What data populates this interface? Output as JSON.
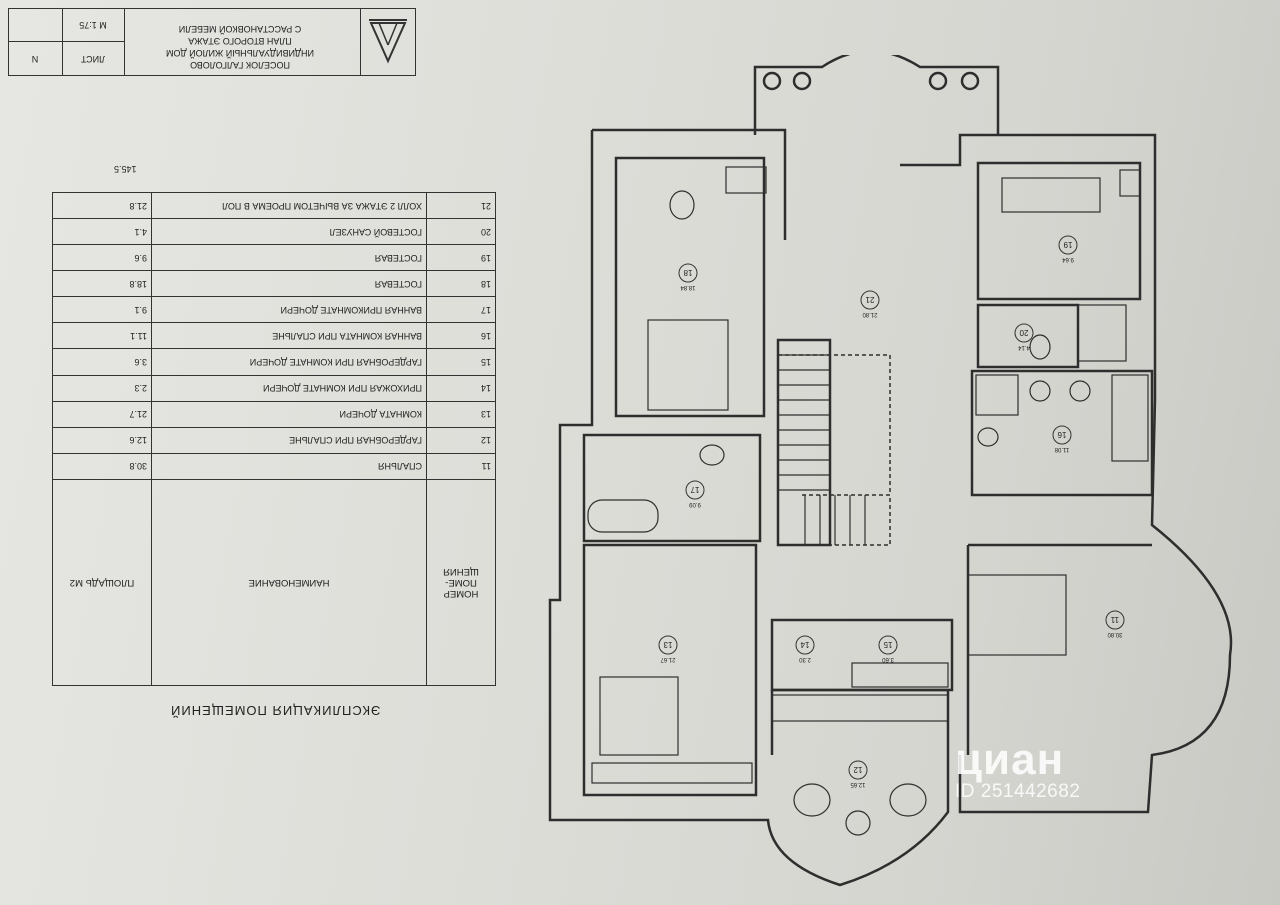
{
  "title_block": {
    "settlement": "ПОСЕЛОК ГАЛГОЛОВО",
    "object": "ИНДИВИДУАЛЬНЫЙ ЖИЛОЙ ДОМ",
    "sheet_title": "ПЛАН ВТОРОГО ЭТАЖА",
    "sheet_subtitle": "С РАССТАНОВКОЙ МЕБЕЛИ",
    "scale": "М 1:75",
    "sheet_label": "ЛИСТ",
    "number_label": "N"
  },
  "explication": {
    "title": "ЭКСПЛИКАЦИЯ ПОМЕЩЕНИЙ",
    "header": {
      "num": "НОМЕР ПОМЕ- ЩЕНИЯ",
      "name": "НАИМЕНОВАНИЕ",
      "area": "ПЛОЩАДЬ М2"
    },
    "rows": [
      {
        "num": "11",
        "name": "СПАЛЬНЯ",
        "area": "30.8"
      },
      {
        "num": "12",
        "name": "ГАРДЕРОБНАЯ ПРИ СПАЛЬНЕ",
        "area": "12.6"
      },
      {
        "num": "13",
        "name": "КОМНАТА ДОЧЕРИ",
        "area": "21.7"
      },
      {
        "num": "14",
        "name": "ПРИХОЖАЯ ПРИ КОМНАТЕ ДОЧЕРИ",
        "area": "2.3"
      },
      {
        "num": "15",
        "name": "ГАРДЕРОБНАЯ ПРИ КОМНАТЕ ДОЧЕРИ",
        "area": "3.6"
      },
      {
        "num": "16",
        "name": "ВАННАЯ КОМНАТА ПРИ СПАЛЬНЕ",
        "area": "11.1"
      },
      {
        "num": "17",
        "name": "ВАННАЯ ПРИКОМНАТЕ ДОЧЕРИ",
        "area": "9.1"
      },
      {
        "num": "18",
        "name": "ГОСТЕВАЯ",
        "area": "18.8"
      },
      {
        "num": "19",
        "name": "ГОСТЕВАЯ",
        "area": "9.6"
      },
      {
        "num": "20",
        "name": "ГОСТЕВОЙ САНУЗЕЛ",
        "area": "4.1"
      },
      {
        "num": "21",
        "name": "ХОЛЛ 2 ЭТАЖА ЗА ВЫЧЕТОМ ПРОЕМА В ПОЛ",
        "area": "21.8"
      }
    ],
    "total": "145.5"
  },
  "plan_rooms": [
    {
      "id": "11",
      "area": "30.80"
    },
    {
      "id": "12",
      "area": "12.65"
    },
    {
      "id": "13",
      "area": "21.67"
    },
    {
      "id": "14",
      "area": "2.30"
    },
    {
      "id": "15",
      "area": "3.60"
    },
    {
      "id": "16",
      "area": "11.08"
    },
    {
      "id": "17",
      "area": "9.09"
    },
    {
      "id": "18",
      "area": "18.84"
    },
    {
      "id": "19",
      "area": "9.64"
    },
    {
      "id": "20",
      "area": "4.14"
    },
    {
      "id": "21",
      "area": "21.80"
    }
  ],
  "watermark": {
    "logo": "циан",
    "id": "ID 251442682"
  },
  "colors": {
    "paper": "#e2e2de",
    "ink": "#2a2a2a",
    "wall": "#3a3a3a"
  }
}
